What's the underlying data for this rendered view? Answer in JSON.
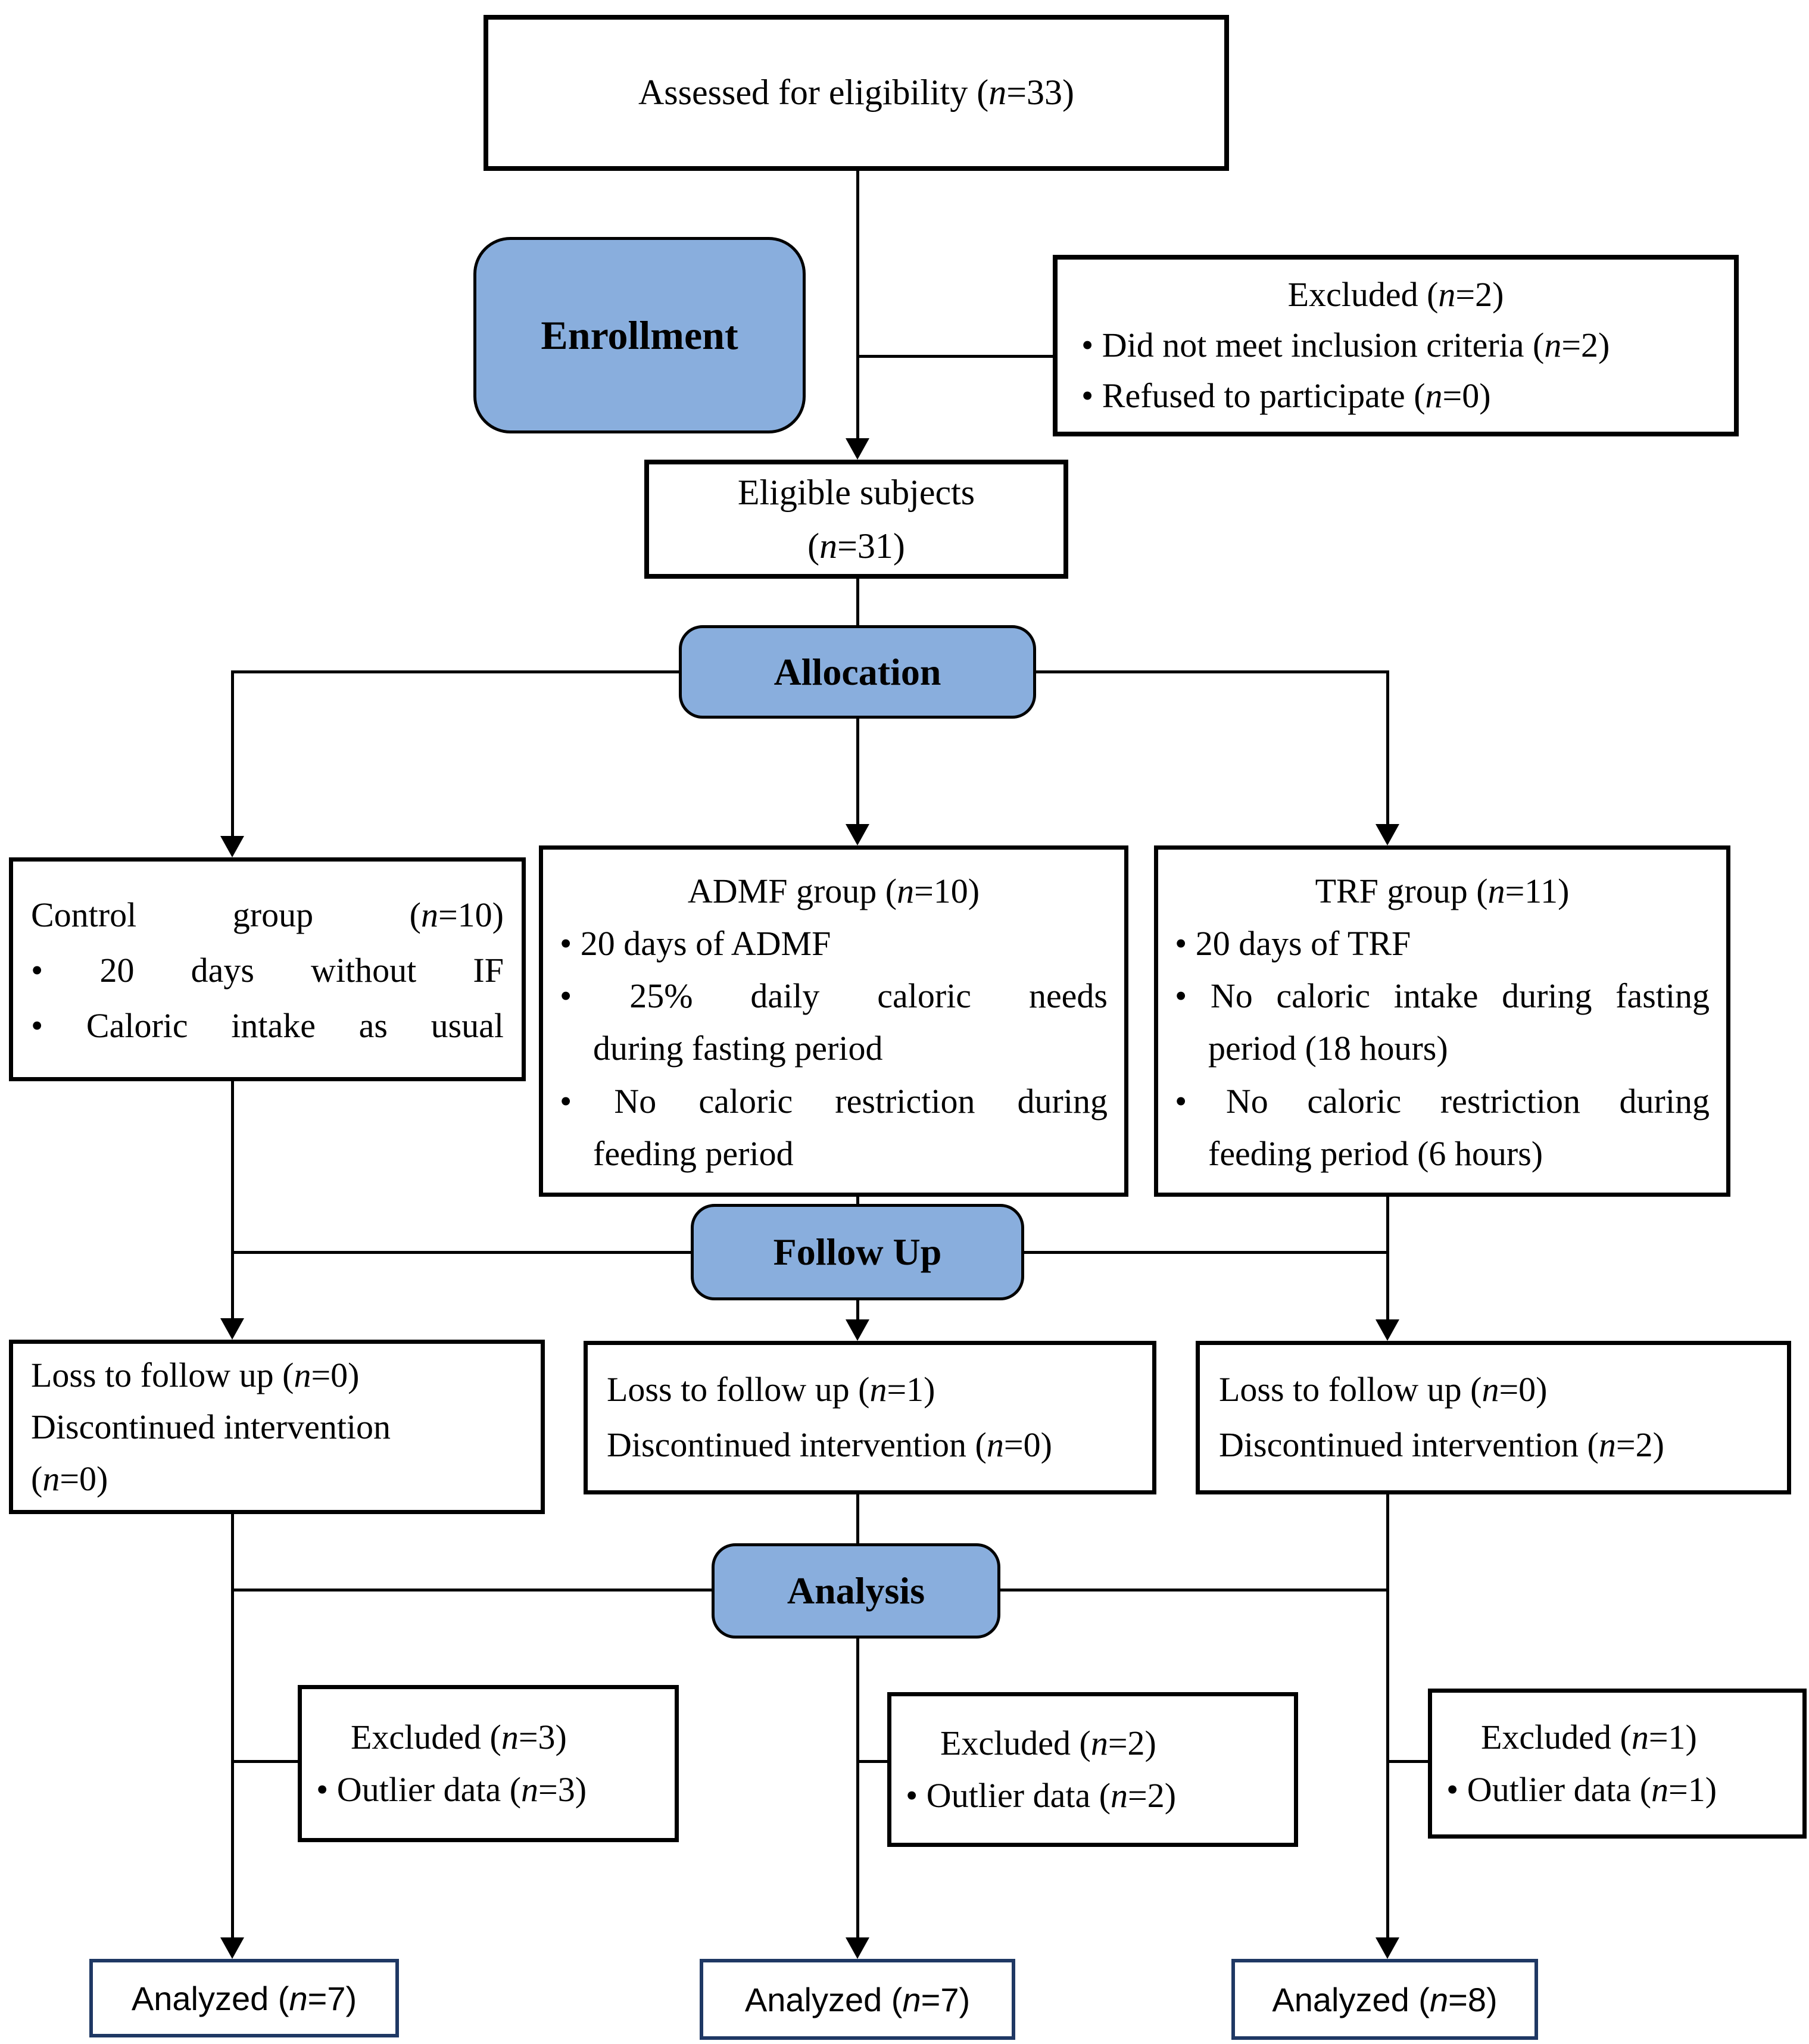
{
  "diagram": {
    "assessed": "Assessed for eligibility (n=33)",
    "stages": {
      "enrollment": "Enrollment",
      "allocation": "Allocation",
      "follow_up": "Follow Up",
      "analysis": "Analysis"
    },
    "excluded_enrollment": {
      "title": "Excluded (n=2)",
      "bullets": [
        "• Did not meet inclusion criteria (n=2)",
        "• Refused to participate (n=0)"
      ]
    },
    "eligible": {
      "line1": "Eligible subjects",
      "line2": "(n=31)"
    },
    "groups": {
      "control": {
        "title": "Control group (n=10)",
        "bullets": [
          "• 20 days without IF",
          "• Caloric intake as usual"
        ]
      },
      "admf": {
        "title": "ADMF group (n=10)",
        "bullet1": "• 20 days of ADMF",
        "bullet2_line1": "• 25% daily caloric needs",
        "bullet2_line2": "during fasting period",
        "bullet3_line1": "• No caloric restriction during",
        "bullet3_line2": "feeding period"
      },
      "trf": {
        "title": "TRF group (n=11)",
        "bullet1": "• 20 days of TRF",
        "bullet2_line1": "• No caloric intake during fasting",
        "bullet2_line2": "period (18 hours)",
        "bullet3_line1": "• No caloric restriction during",
        "bullet3_line2": "feeding period (6 hours)"
      }
    },
    "loss_to_follow_up": {
      "control": {
        "line1": "Loss to follow up (n=0)",
        "line2": "Discontinued intervention",
        "line3": "(n=0)"
      },
      "admf": {
        "line1": "Loss to follow up (n=1)",
        "line2": "Discontinued intervention (n=0)"
      },
      "trf": {
        "line1": "Loss to follow up (n=0)",
        "line2": "Discontinued intervention (n=2)"
      }
    },
    "excluded_analysis": {
      "control": {
        "title": "Excluded (n=3)",
        "bullet": "• Outlier data (n=3)"
      },
      "admf": {
        "title": "Excluded (n=2)",
        "bullet": "• Outlier data (n=2)"
      },
      "trf": {
        "title": "Excluded (n=1)",
        "bullet": "• Outlier data (n=1)"
      }
    },
    "analyzed": {
      "control": "Analyzed (n=7)",
      "admf": "Analyzed (n=7)",
      "trf": "Analyzed (n=8)"
    }
  },
  "colors": {
    "stage_fill": "#89AEDD",
    "box_border": "#000000",
    "analyzed_border": "#1F3864",
    "background": "#FFFFFF"
  }
}
